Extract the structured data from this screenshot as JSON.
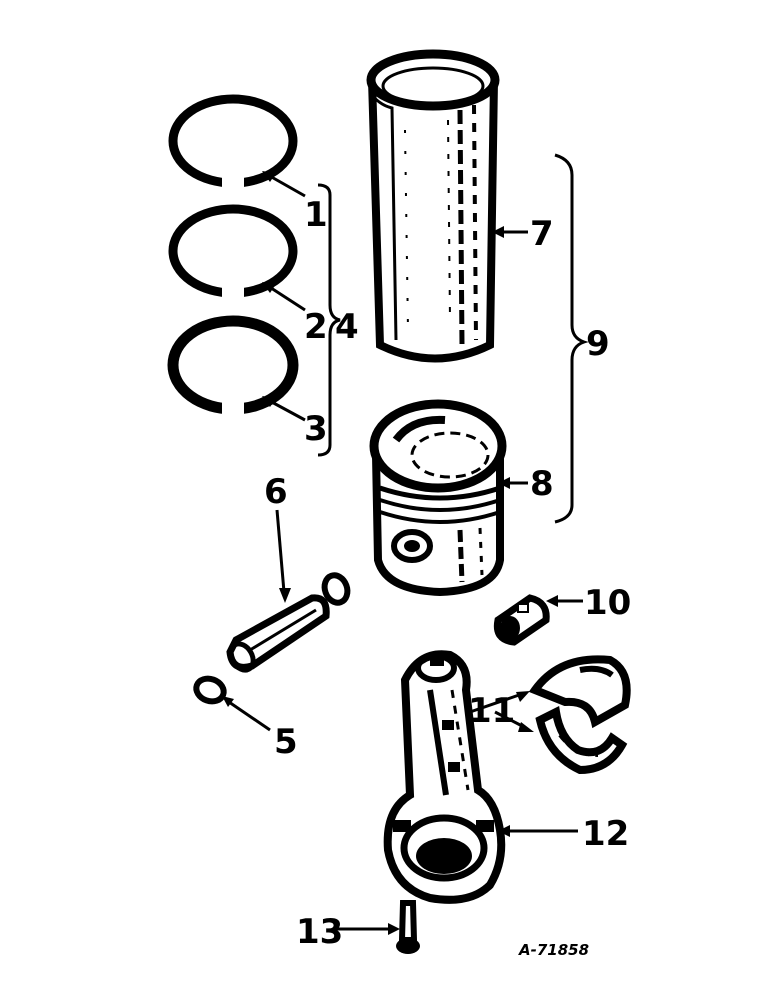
{
  "callouts": {
    "c1": "1",
    "c2": "2",
    "c3": "3",
    "c4": "4",
    "c5": "5",
    "c6": "6",
    "c7": "7",
    "c8": "8",
    "c9": "9",
    "c10": "10",
    "c11": "11",
    "c12": "12",
    "c13": "13"
  },
  "reference_code": "A-71858",
  "colors": {
    "ink": "#000000",
    "paper": "#ffffff"
  }
}
